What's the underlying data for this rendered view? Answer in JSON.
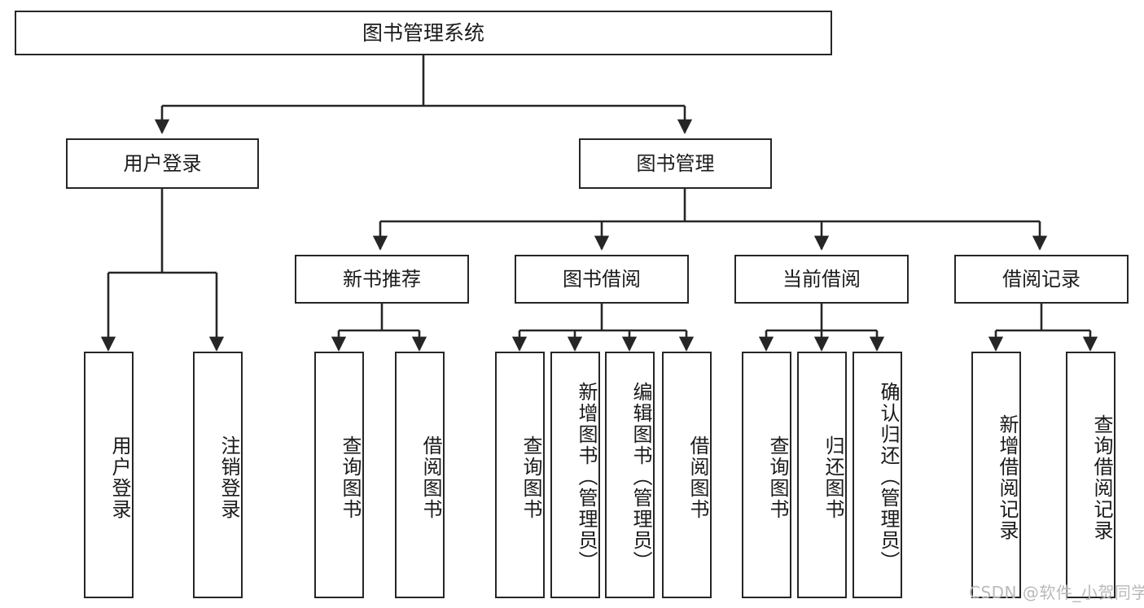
{
  "diagram": {
    "title": "图书管理系统",
    "type": "tree-hierarchy",
    "watermark": "CSDN @软件_小贺同学",
    "colors": {
      "stroke": "#262626",
      "fill": "#ffffff",
      "text": "#1a1a1a",
      "watermark": "#b9b9b9"
    },
    "root": {
      "label": "图书管理系统"
    },
    "level2": [
      {
        "label": "用户登录"
      },
      {
        "label": "图书管理"
      }
    ],
    "level3": [
      {
        "label": "新书推荐"
      },
      {
        "label": "图书借阅"
      },
      {
        "label": "当前借阅"
      },
      {
        "label": "借阅记录"
      }
    ],
    "leaves": {
      "user_login": [
        {
          "label": "用户登录"
        },
        {
          "label": "注销登录"
        }
      ],
      "new_book_recommend": [
        {
          "label": "查询图书"
        },
        {
          "label": "借阅图书"
        }
      ],
      "book_borrow": [
        {
          "label": "查询图书"
        },
        {
          "label": "新增图书（管理员）"
        },
        {
          "label": "编辑图书（管理员）"
        },
        {
          "label": "借阅图书"
        }
      ],
      "current_borrow": [
        {
          "label": "查询图书"
        },
        {
          "label": "归还图书"
        },
        {
          "label": "确认归还（管理员）"
        }
      ],
      "borrow_record": [
        {
          "label": "新增借阅记录"
        },
        {
          "label": "查询借阅记录"
        }
      ]
    }
  }
}
